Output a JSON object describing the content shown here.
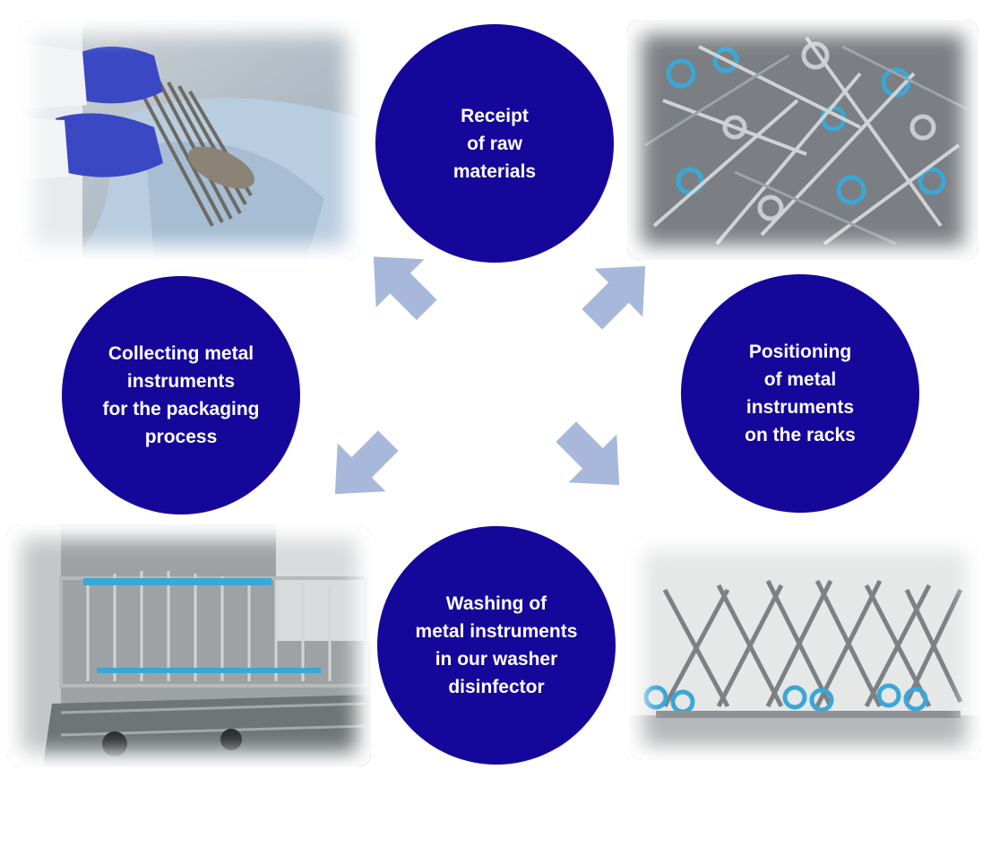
{
  "steps": [
    {
      "id": "receipt",
      "label": "Receipt\nof raw\nmaterials"
    },
    {
      "id": "positioning",
      "label": "Positioning\nof metal\ninstruments\non the racks"
    },
    {
      "id": "washing",
      "label": "Washing of\nmetal instruments\nin our washer\ndisinfector"
    },
    {
      "id": "collecting",
      "label": "Collecting metal\ninstruments\nfor the packaging\nprocess"
    }
  ],
  "colors": {
    "circle": "#16079b",
    "arrow": "#a8b8db",
    "text": "#ffffff",
    "glove": "#3b48c4",
    "instrument_accent": "#3aa7d6"
  },
  "icons": {
    "arrows": "block-arrow-icon",
    "photos": [
      "gloved-hands-photo",
      "scissors-pile-photo",
      "washer-rack-photo",
      "instrument-rack-photo"
    ]
  }
}
